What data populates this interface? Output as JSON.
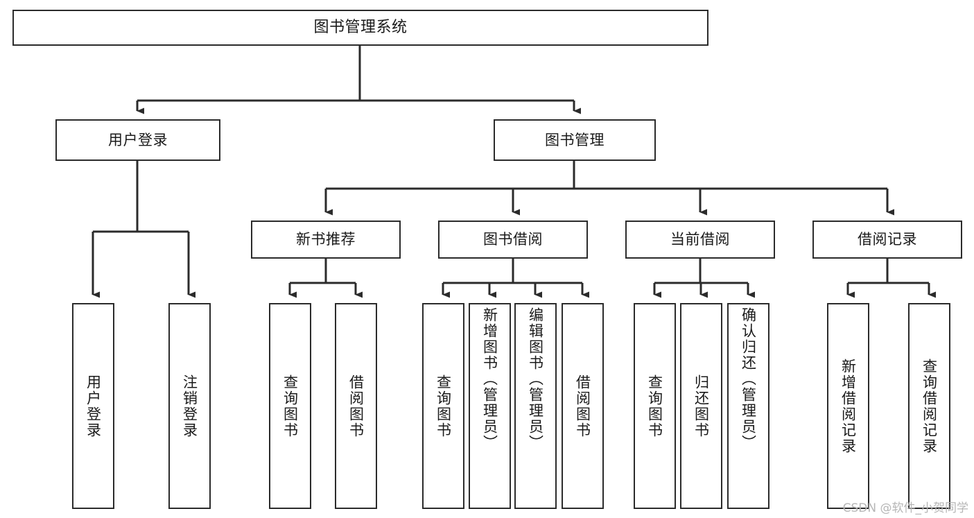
{
  "diagram": {
    "type": "tree-structure-chart",
    "title": "图书管理系统",
    "line_color": "#2b2b2b",
    "box_fill": "#ffffff",
    "text_color": "#1a1a1a",
    "watermark": "CSDN @软件_小贺同学",
    "root": {
      "label": "图书管理系统"
    },
    "level1": [
      {
        "label": "用户登录"
      },
      {
        "label": "图书管理"
      }
    ],
    "level2": [
      {
        "label": "新书推荐"
      },
      {
        "label": "图书借阅"
      },
      {
        "label": "当前借阅"
      },
      {
        "label": "借阅记录"
      }
    ],
    "leaves": {
      "user_login": [
        {
          "label": "用户登录"
        },
        {
          "label": "注销登录"
        }
      ],
      "new_book_recommend": [
        {
          "label": "查询图书"
        },
        {
          "label": "借阅图书"
        }
      ],
      "book_borrow": [
        {
          "label": "查询图书"
        },
        {
          "label": "新增图书（管理员）"
        },
        {
          "label": "编辑图书（管理员）"
        },
        {
          "label": "借阅图书"
        }
      ],
      "current_borrow": [
        {
          "label": "查询图书"
        },
        {
          "label": "归还图书"
        },
        {
          "label": "确认归还（管理员）"
        }
      ],
      "borrow_record": [
        {
          "label": "新增借阅记录"
        },
        {
          "label": "查询借阅记录"
        }
      ]
    }
  }
}
